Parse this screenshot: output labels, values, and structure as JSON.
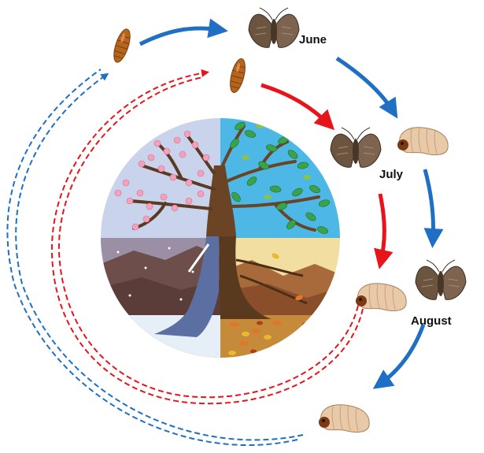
{
  "labels": {
    "june": "June",
    "july": "July",
    "august": "August"
  },
  "colors": {
    "blue_cycle": "#1f6fc4",
    "red_cycle": "#e8141b",
    "sky_spring": "#c9d3ec",
    "sky_summer": "#4db8e6",
    "winter_ground": "#e6eef7",
    "autumn_ground": "#c58a3a",
    "moth_body": "#6b5440",
    "pupa": "#b5651d",
    "larva": "#e8c9a8"
  },
  "icons": {
    "moth": "moth-icon",
    "pupa": "pupa-icon",
    "larva": "larva-icon",
    "tree": "four-seasons-tree-icon"
  }
}
